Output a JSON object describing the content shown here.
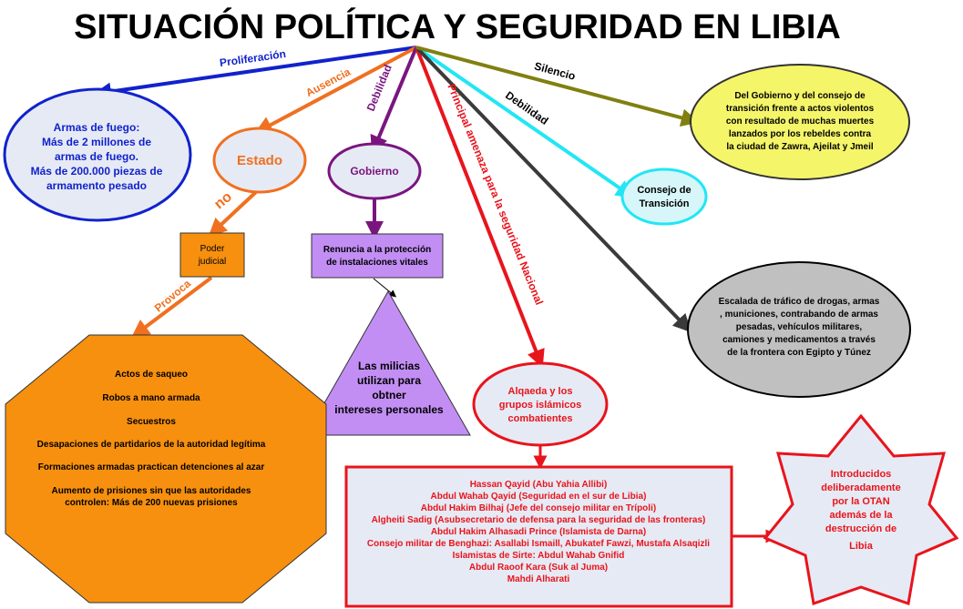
{
  "title": "SITUACIÓN POLÍTICA Y SEGURIDAD EN LIBIA",
  "edges": {
    "proliferacion": "Proliferación",
    "ausencia": "Ausencia",
    "debilidad_gobierno": "Debilidad",
    "amenaza": "Principal amenaza para la seguridad Nacional",
    "debilidad_consejo": "Debilidad",
    "silencio": "Silencio",
    "no": "no",
    "provoca": "Provoca"
  },
  "nodes": {
    "armas": [
      "Armas de fuego:",
      "Más de 2 millones de",
      "armas de fuego.",
      "Más de 200.000 piezas de",
      "armamento pesado"
    ],
    "estado": "Estado",
    "gobierno": "Gobierno",
    "poder_judicial": [
      "Poder",
      "judicial"
    ],
    "renuncia": [
      "Renuncia a la protección",
      "de instalaciones vitales"
    ],
    "milicias": [
      "Las milicias",
      "utilizan para",
      "obtner",
      "intereses personales"
    ],
    "silencio_detalle": [
      "Del Gobierno y del consejo de",
      "transición frente a actos violentos",
      "con resultado de muchas muertes",
      "lanzados por los rebeldes contra",
      "la ciudad de Zawra, Ajeilat y Jmeil"
    ],
    "consejo": [
      "Consejo de",
      "Transición"
    ],
    "escalada": [
      "Escalada de tráfico de drogas, armas",
      ", municiones, contrabando de armas",
      "pesadas, vehículos militares,",
      "camiones y medicamentos a través",
      "de la frontera con Egipto y Túnez"
    ],
    "alqaeda": [
      "Alqaeda y los",
      "grupos islámicos",
      "combatientes"
    ],
    "octagon": [
      "Actos de saqueo",
      "Robos a mano armada",
      "Secuestros",
      "Desapaciones de partidarios de la autoridad legítima",
      "Formaciones armadas practican detenciones al azar",
      "Aumento de prisiones sin que las autoridades",
      "controlen: Más de 200 nuevas prisiones"
    ],
    "lista": [
      "Hassan Qayid (Abu Yahia Allibi)",
      "Abdul Wahab Qayid (Seguridad en el sur de Libia)",
      "Abdul Hakim Bilhaj (Jefe del consejo militar en Trípoli)",
      "Algheiti Sadig (Asubsecretario de defensa para la seguridad de las fronteras)",
      "Abdul Hakim Alhasadi Prince (Islamista de Darna)",
      "Consejo militar de Benghazi: Asallabi Ismaill, Abukatef Fawzi, Mustafa Alsaqizli",
      "Islamistas de Sirte: Abdul Wahab Gnifid",
      "Abdul Raoof Kara (Suk al Juma)",
      "Mahdi Alharati"
    ],
    "estrella": [
      "Introducidos",
      "deliberadamente",
      "por la OTAN",
      "además de la",
      "destrucción de",
      "Libia"
    ]
  },
  "colors": {
    "blue": "#1122cc",
    "orange": "#f07020",
    "purple": "#7a1580",
    "red": "#e8141c",
    "cyan": "#22e6f5",
    "olive": "#808010",
    "dark": "#3a3a3a"
  }
}
